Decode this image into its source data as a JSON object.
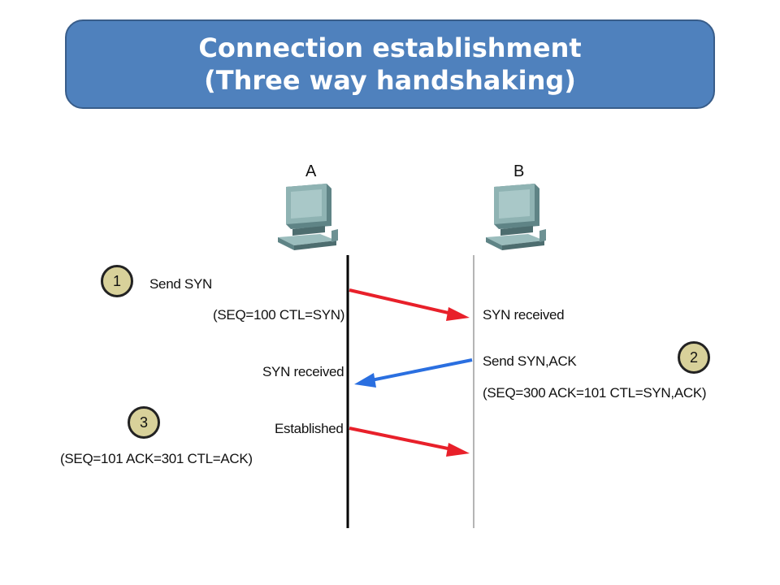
{
  "title": {
    "line1": "Connection establishment",
    "line2": "(Three way handshaking)"
  },
  "hosts": {
    "a": {
      "name": "A",
      "icon": "computer-icon"
    },
    "b": {
      "name": "B",
      "icon": "computer-icon"
    }
  },
  "steps": {
    "step1": {
      "number": "1",
      "label": "Send SYN",
      "detail": "(SEQ=100 CTL=SYN)",
      "received": "SYN received"
    },
    "step2": {
      "number": "2",
      "label": "Send SYN,ACK",
      "detail": "(SEQ=300 ACK=101 CTL=SYN,ACK)",
      "received": "SYN received"
    },
    "step3": {
      "number": "3",
      "label": "Established",
      "detail": "(SEQ=101 ACK=301 CTL=ACK)"
    }
  },
  "colors": {
    "title_bg": "#4f81bd",
    "arrow_red": "#e8202a",
    "arrow_blue": "#2a6fe0",
    "badge_fill": "#d8d19a"
  }
}
